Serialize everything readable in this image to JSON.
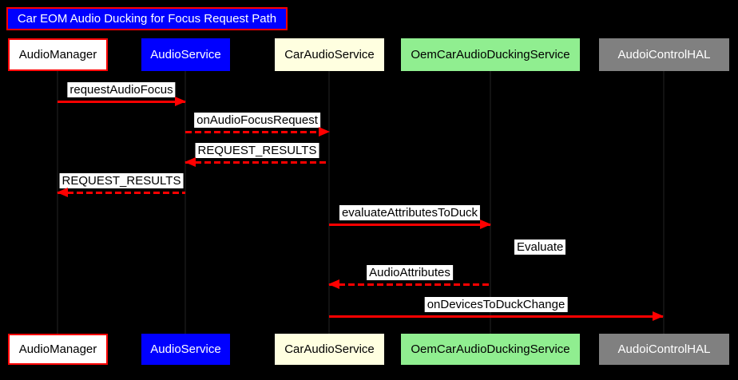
{
  "title": "Car EOM Audio Ducking for Focus Request Path",
  "participants": [
    {
      "label": "AudioManager",
      "fill": "#FFFFFF",
      "text_color": "#000000",
      "border": "#FF0000"
    },
    {
      "label": "AudioService",
      "fill": "#0000FF",
      "text_color": "#FFFFFF"
    },
    {
      "label": "CarAudioService",
      "fill": "#FFFFE0",
      "text_color": "#000000"
    },
    {
      "label": "OemCarAudioDuckingService",
      "fill": "#90EE90",
      "text_color": "#000000"
    },
    {
      "label": "AudoiControlHAL",
      "fill": "#808080",
      "text_color": "#FFFFFF"
    }
  ],
  "messages": [
    {
      "label": "requestAudioFocus",
      "from": "AudioManager",
      "to": "AudioService",
      "line": "solid",
      "direction": "right"
    },
    {
      "label": "onAudioFocusRequest",
      "from": "AudioService",
      "to": "CarAudioService",
      "line": "dashed",
      "direction": "right"
    },
    {
      "label": "REQUEST_RESULTS",
      "from": "CarAudioService",
      "to": "AudioService",
      "line": "dashed",
      "direction": "left"
    },
    {
      "label": "REQUEST_RESULTS",
      "from": "AudioService",
      "to": "AudioManager",
      "line": "dashed",
      "direction": "left"
    },
    {
      "label": "evaluateAttributesToDuck",
      "from": "CarAudioService",
      "to": "OemCarAudioDuckingService",
      "line": "solid",
      "direction": "right"
    },
    {
      "label": "Evaluate",
      "from": "OemCarAudioDuckingService",
      "to": "OemCarAudioDuckingService",
      "line": "self",
      "direction": "self"
    },
    {
      "label": "AudioAttributes",
      "from": "OemCarAudioDuckingService",
      "to": "CarAudioService",
      "line": "dashed",
      "direction": "left"
    },
    {
      "label": "onDevicesToDuckChange",
      "from": "CarAudioService",
      "to": "AudoiControlHAL",
      "line": "solid",
      "direction": "right"
    }
  ],
  "colors": {
    "background": "#000000",
    "arrow": "#FF0000",
    "title_background": "#0000FF",
    "title_border": "#FF0000",
    "title_text": "#FFFFFF",
    "message_label_background": "#FFFFFF",
    "message_label_text": "#000000"
  }
}
